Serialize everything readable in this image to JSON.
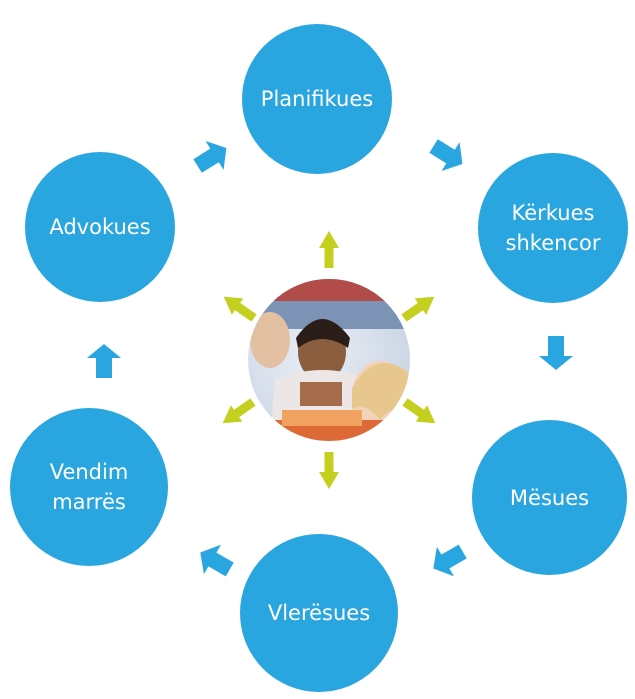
{
  "diagram": {
    "colors": {
      "node": "#29a6e0",
      "cycle_arrow": "#29a6e0",
      "center_arrow": "#c5cf20",
      "node_text": "#ffffff"
    },
    "center_image": "photo-of-students-in-classroom",
    "nodes": [
      {
        "id": "planifikues",
        "label": "Planifikues"
      },
      {
        "id": "kerkues",
        "label": "Kërkues\nshkencor"
      },
      {
        "id": "mesues",
        "label": "Mësues"
      },
      {
        "id": "vleresues",
        "label": "Vlerësues"
      },
      {
        "id": "vendim",
        "label": "Vendim\nmarrës"
      },
      {
        "id": "advokues",
        "label": "Advokues"
      }
    ]
  }
}
